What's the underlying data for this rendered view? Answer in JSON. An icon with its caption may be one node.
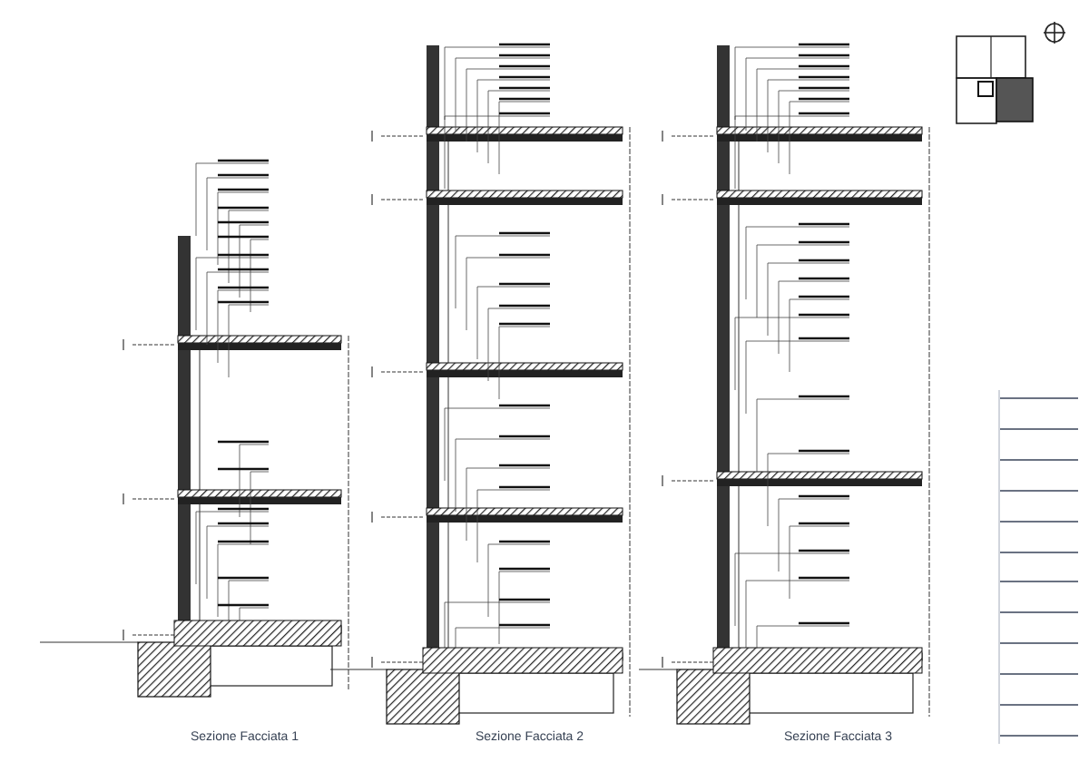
{
  "diagram": {
    "labels": [
      "Sezione Facciata 1",
      "Sezione Facciata 2",
      "Sezione Facciata 3"
    ]
  }
}
